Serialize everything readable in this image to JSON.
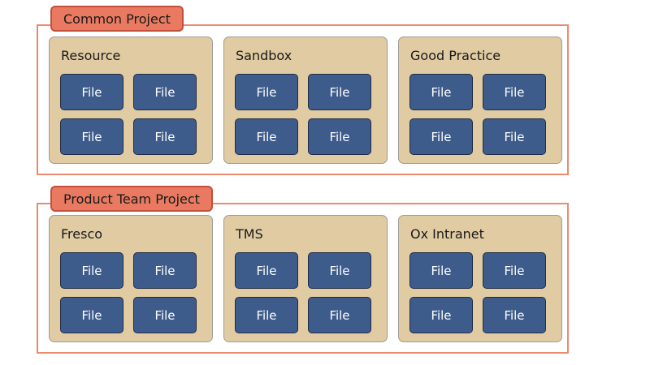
{
  "diagram": {
    "groups": [
      {
        "label": "Common Project",
        "folders": [
          {
            "name": "Resource",
            "files": [
              "File",
              "File",
              "File",
              "File"
            ]
          },
          {
            "name": "Sandbox",
            "files": [
              "File",
              "File",
              "File",
              "File"
            ]
          },
          {
            "name": "Good Practice",
            "files": [
              "File",
              "File",
              "File",
              "File"
            ]
          }
        ]
      },
      {
        "label": "Product Team Project",
        "folders": [
          {
            "name": "Fresco",
            "files": [
              "File",
              "File",
              "File",
              "File"
            ]
          },
          {
            "name": "TMS",
            "files": [
              "File",
              "File",
              "File",
              "File"
            ]
          },
          {
            "name": "Ox Intranet",
            "files": [
              "File",
              "File",
              "File",
              "File"
            ]
          }
        ]
      }
    ],
    "colors": {
      "group_border": "#ec8a6e",
      "label_fill": "#e97a61",
      "label_border": "#c2503a",
      "label_text": "#1a1a1a",
      "folder_fill": "#e0cba2",
      "folder_border": "#9e9c95",
      "folder_text": "#1a1a1a",
      "file_fill": "#3e5c8b",
      "file_border": "#1f2c47",
      "file_text": "#ffffff"
    }
  }
}
